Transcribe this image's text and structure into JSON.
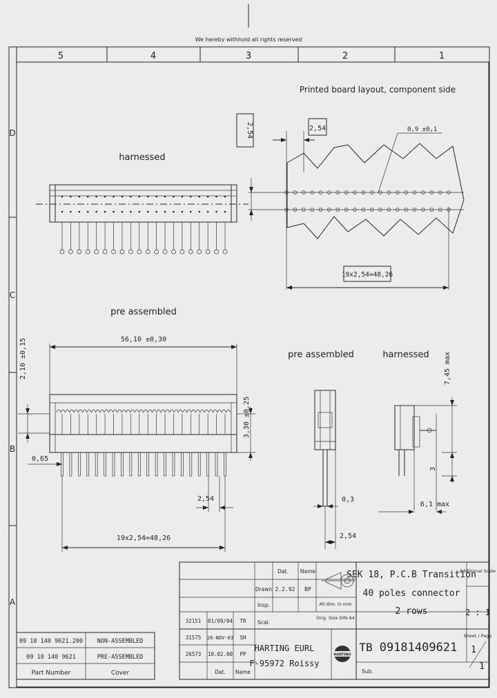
{
  "copyright": "We hereby withhold all rights reserved",
  "columns": [
    "5",
    "4",
    "3",
    "2",
    "1"
  ],
  "rows": [
    "D",
    "C",
    "B",
    "A"
  ],
  "views": {
    "harnessed_top": "harnessed",
    "pcb_layout": "Printed board layout, component side",
    "pre_assembled": "pre assembled",
    "side_pre": "pre assembled",
    "side_harnessed": "harnessed"
  },
  "dims": {
    "pitch_top": "2,54",
    "pitch_vertical": "2,54",
    "hole": "0,9 ±0,1",
    "span_pcb": "19x2,54=48,26",
    "width": "56,10 ±0,30",
    "h1": "2,10 ±0,15",
    "h2": "3,30 ±0,25",
    "offset": "0,65",
    "pitch_bottom": "2,54",
    "span_bottom": "19x2,54=48,26",
    "pin": "0,3",
    "pin_pitch": "2,54",
    "height_max": "7,45 max",
    "depth": "3",
    "width_max": "6,1 max"
  },
  "title_block": {
    "hdr_col1": "Dat.",
    "hdr_col2": "Name",
    "row1_label": "Drawn",
    "row1_date": "2.2.92",
    "row1_name": "BP",
    "row2_label": "Insp.",
    "row3_label": "Scal.",
    "tolerance_note": "All dim. in mm",
    "size_note": "Orig. Size DIN A4",
    "title_line1": "SEK 18, P.C.B Transition",
    "title_line2": "40 poles connector",
    "title_line3": "2 rows",
    "scale_label": "Additional Scale",
    "scale": "2 : 1",
    "sheet_label": "Sheet / Page",
    "sheet_num": "1",
    "sheet_total": "1",
    "company": "HARTING EURL",
    "address": "F-95972 Roissy",
    "logo_text": "HARTING",
    "prefix": "TB",
    "drawing_no": "09181409621",
    "rev_label": "Sub.",
    "revisions": [
      {
        "no": "32151",
        "date": "01/09/04",
        "name": "TR"
      },
      {
        "no": "31575",
        "date": "26-NOV-03",
        "name": "SH"
      },
      {
        "no": "26573",
        "date": "10.02.00",
        "name": "PP"
      }
    ],
    "rev_hdr_date": "Dat.",
    "rev_hdr_name": "Name",
    "parts": [
      {
        "number": "09 18 140 9621.200",
        "cover": "NON-ASSEMBLED"
      },
      {
        "number": "09 18 140 9621",
        "cover": "PRE-ASSEMBLED"
      }
    ],
    "part_number_label": "Part Number",
    "cover_label": "Cover"
  }
}
